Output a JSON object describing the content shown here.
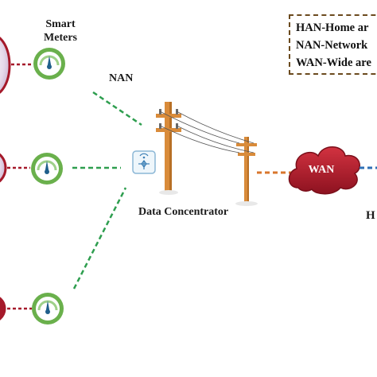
{
  "labels": {
    "smart_meters_line1": "Smart",
    "smart_meters_line2": "Meters",
    "nan": "NAN",
    "data_concentrator": "Data Concentrator",
    "wan": "WAN",
    "right_edge": "H"
  },
  "legend": {
    "items": [
      "HAN-Home ar",
      "NAN-Network",
      "WAN-Wide are"
    ]
  },
  "colors": {
    "meter_green": "#6ab04c",
    "meter_face": "#ffffff",
    "needle": "#1f5f8b",
    "house_ring": "#a5192a",
    "link_green": "#2e9e4f",
    "link_orange": "#d9772c",
    "link_blue": "#2f6fb5",
    "pole_wood": "#d98b3a",
    "cloud_fill": "#b21d2b",
    "legend_border": "#6b4a1e"
  },
  "icons": [
    "smart-meter-icon",
    "data-concentrator-icon",
    "utility-pole-icon",
    "wan-cloud-icon",
    "home-node-icon"
  ]
}
